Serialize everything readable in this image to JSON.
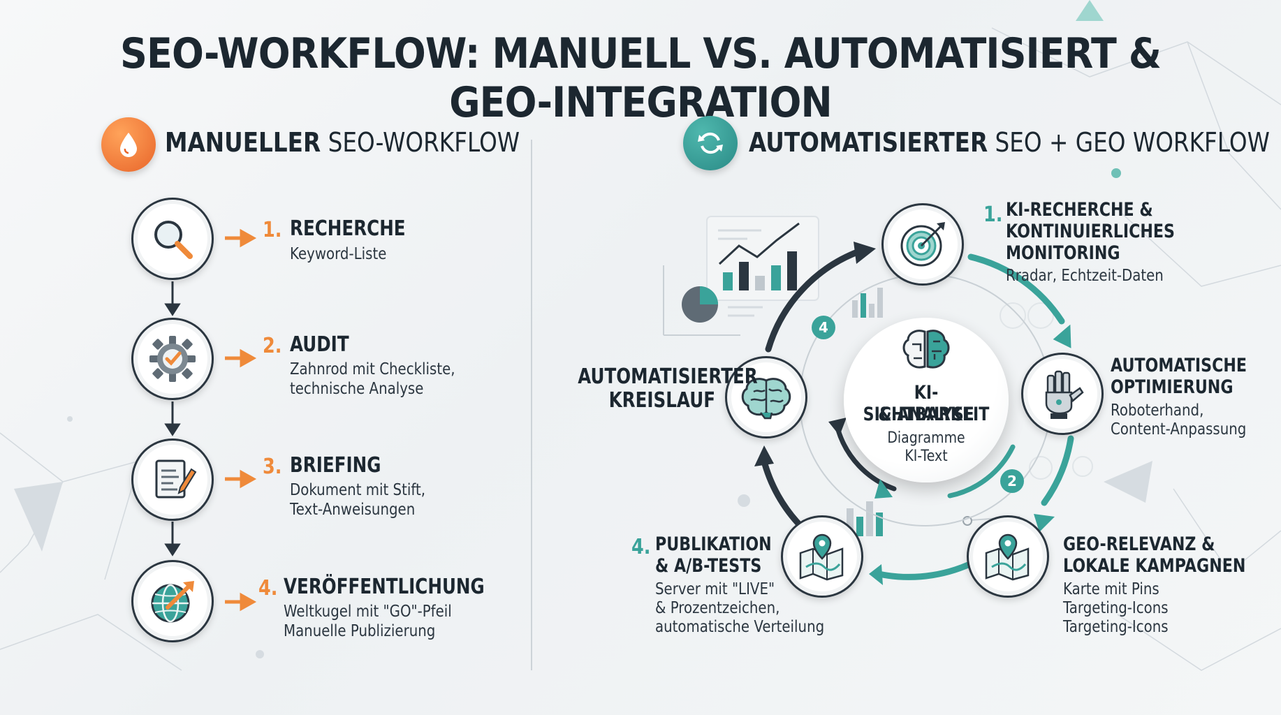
{
  "title": "SEO-WORKFLOW: MANUELL VS. AUTOMATISIERT & GEO-INTEGRATION",
  "colors": {
    "orange": "#ef8a3a",
    "teal": "#3aa39a",
    "dark": "#1c2730"
  },
  "manual": {
    "heading_bold": "MANUELLER",
    "heading_light": "SEO-WORKFLOW",
    "badge_icon": "drop-icon",
    "steps": [
      {
        "num": "1.",
        "title": "RECHERCHE",
        "desc": [
          "Keyword-Liste"
        ],
        "icon": "magnifier-icon"
      },
      {
        "num": "2.",
        "title": "AUDIT",
        "desc": [
          "Zahnrod mit Checkliste,",
          "technische Analyse"
        ],
        "icon": "gear-check-icon"
      },
      {
        "num": "3.",
        "title": "BRIEFING",
        "desc": [
          "Dokument mit Stift,",
          "Text-Anweisungen"
        ],
        "icon": "document-pen-icon"
      },
      {
        "num": "4.",
        "title": "VERÖFFENTLICHUNG",
        "desc": [
          "Weltkugel mit \"GO\"-Pfeil",
          "Manuelle Publizierung"
        ],
        "icon": "globe-arrow-icon"
      }
    ]
  },
  "auto": {
    "heading_bold": "AUTOMATISIERTER",
    "heading_light": "SEO + GEO WORKFLOW",
    "badge_icon": "refresh-icon",
    "center": {
      "title": [
        "KI-SICHTBARKEIT",
        "& ANALYSE"
      ],
      "desc": [
        "Diagramme",
        "KI-Text"
      ],
      "icon": "brain-icon"
    },
    "loop_label": [
      "AUTOMATISIERTER",
      "KREISLAUF"
    ],
    "loop_icon": "brain-icon",
    "nodes": [
      {
        "num": "1.",
        "title": [
          "KI-RECHERCHE &",
          "KONTINUIERLICHES",
          "MONITORING"
        ],
        "desc": [
          "Rradar, Echtzeit-Daten"
        ],
        "icon": "target-icon"
      },
      {
        "num": "",
        "title": [
          "AUTOMATISCHE",
          "OPTIMIERUNG"
        ],
        "desc": [
          "Roboterhand,",
          "Content-Anpassung"
        ],
        "icon": "robot-hand-icon"
      },
      {
        "num": "",
        "title": [
          "GEO-RELEVANZ &",
          "LOKALE KAMPAGNEN"
        ],
        "desc": [
          "Karte mit Pins",
          "Targeting-Icons",
          "Targeting-Icons"
        ],
        "icon": "map-pin-icon"
      },
      {
        "num": "4.",
        "title": [
          "PUBLIKATION",
          "& A/B-TESTS"
        ],
        "desc": [
          "Server mit \"LIVE\"",
          "& Prozentzeichen,",
          "automatische Verteilung"
        ],
        "icon": "map-pin-icon"
      }
    ],
    "markers": [
      "4",
      "2"
    ]
  }
}
